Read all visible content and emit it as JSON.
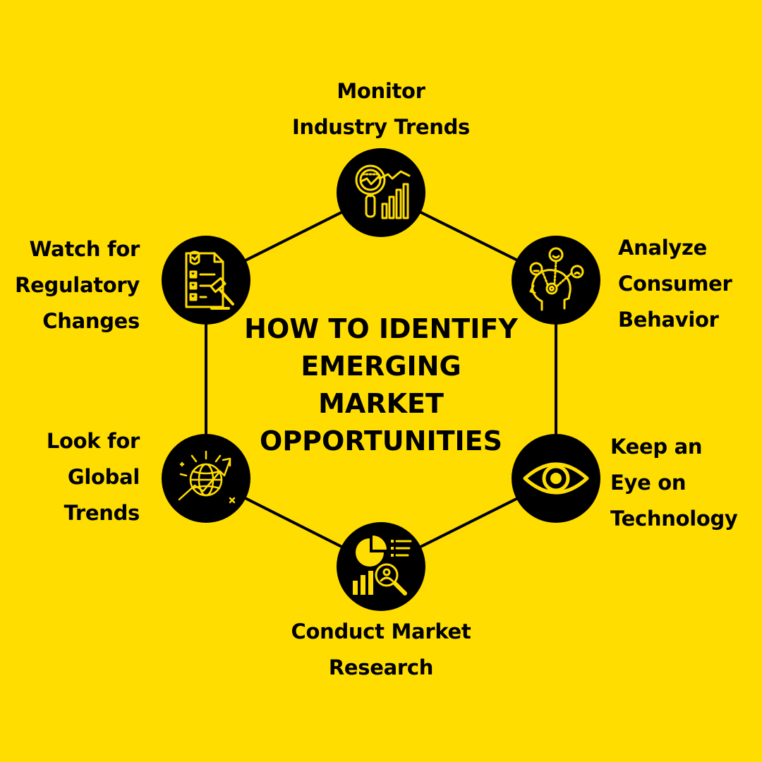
{
  "title": [
    "HOW TO IDENTIFY",
    "EMERGING",
    "MARKET",
    "OPPORTUNITIES"
  ],
  "colors": {
    "background": "#FFDD00",
    "circle": "#000000",
    "icon": "#FFDD00",
    "line": "#000000"
  },
  "nodes": [
    {
      "id": "monitor",
      "icon": "magnifier-chart-icon",
      "lines": [
        "Monitor",
        "Industry Trends"
      ]
    },
    {
      "id": "analyze",
      "icon": "consumer-mind-icon",
      "lines": [
        "Analyze",
        "Consumer",
        "Behavior"
      ]
    },
    {
      "id": "technology",
      "icon": "eye-icon",
      "lines": [
        "Keep an",
        "Eye on",
        "Technology"
      ]
    },
    {
      "id": "research",
      "icon": "market-research-icon",
      "lines": [
        "Conduct Market",
        "Research"
      ]
    },
    {
      "id": "global",
      "icon": "global-trend-icon",
      "lines": [
        "Look for",
        "Global",
        "Trends"
      ]
    },
    {
      "id": "regulatory",
      "icon": "regulatory-checklist-icon",
      "lines": [
        "Watch for",
        "Regulatory",
        "Changes"
      ]
    }
  ]
}
